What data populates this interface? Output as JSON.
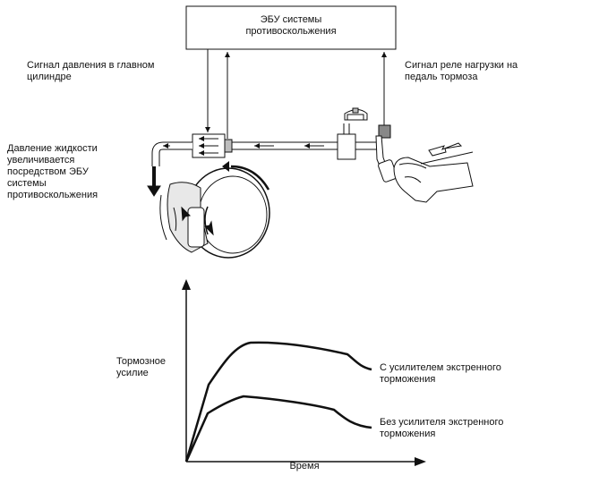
{
  "ecu": {
    "label": "ЭБУ системы\nпротивоскольжения"
  },
  "labels": {
    "master_cylinder_signal": "Сигнал давления в главном\nцилиндре",
    "pedal_relay_signal": "Сигнал реле нагрузки на\nпедаль тормоза",
    "fluid_pressure_note": "Давление жидкости\nувеличивается\nпосредством ЭБУ\nсистемы\nпротивоскольжения"
  },
  "chart_data": {
    "type": "line",
    "ylabel": "Тормозное\nусилие",
    "xlabel": "Время",
    "series": [
      {
        "name": "С усилителем экстренного\nторможения"
      },
      {
        "name": "Без усилителя экстренного\nторможения"
      }
    ]
  },
  "colors": {
    "line": "#111111",
    "fill_dark": "#2a2a2a",
    "fill_mid": "#bdbdbd",
    "fill_light": "#e8e8e8"
  }
}
